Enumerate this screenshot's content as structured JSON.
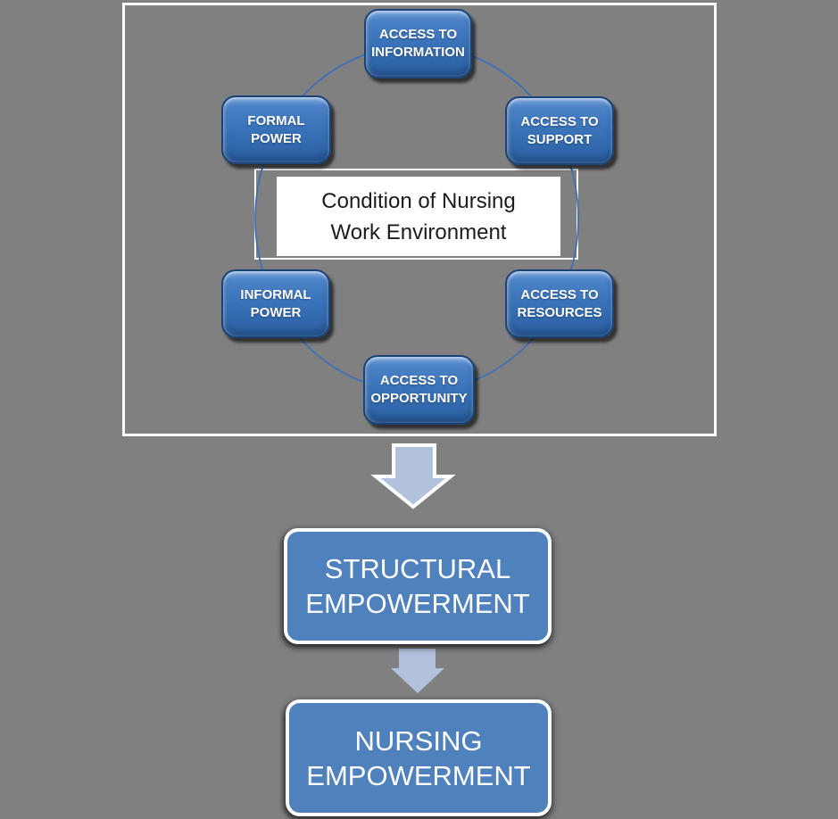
{
  "diagram": {
    "cycle": {
      "center_label": "Condition of Nursing\nWork Environment",
      "nodes": [
        {
          "id": "access-to-information",
          "label": "ACCESS TO\nINFORMATION"
        },
        {
          "id": "formal-power",
          "label": "FORMAL\nPOWER"
        },
        {
          "id": "access-to-support",
          "label": "ACCESS TO\nSUPPORT"
        },
        {
          "id": "informal-power",
          "label": "INFORMAL\nPOWER"
        },
        {
          "id": "access-to-resources",
          "label": "ACCESS TO\nRESOURCES"
        },
        {
          "id": "access-to-opportunity",
          "label": "ACCESS TO\nOPPORTUNITY"
        }
      ]
    },
    "flow_boxes": [
      {
        "id": "structural-empowerment",
        "label": "STRUCTURAL\nEMPOWERMENT"
      },
      {
        "id": "nursing-empowerment",
        "label": "NURSING\nEMPOWERMENT"
      }
    ],
    "colors": {
      "background": "#808080",
      "node_fill": "#3a73b9",
      "node_border": "#1b4376",
      "flow_box_fill": "#4f81bd",
      "arrow_fill": "#b2c1dc",
      "circle_stroke": "#3f6fb5",
      "frame_border": "#ffffff",
      "center_text": "#1c1c1c"
    }
  }
}
